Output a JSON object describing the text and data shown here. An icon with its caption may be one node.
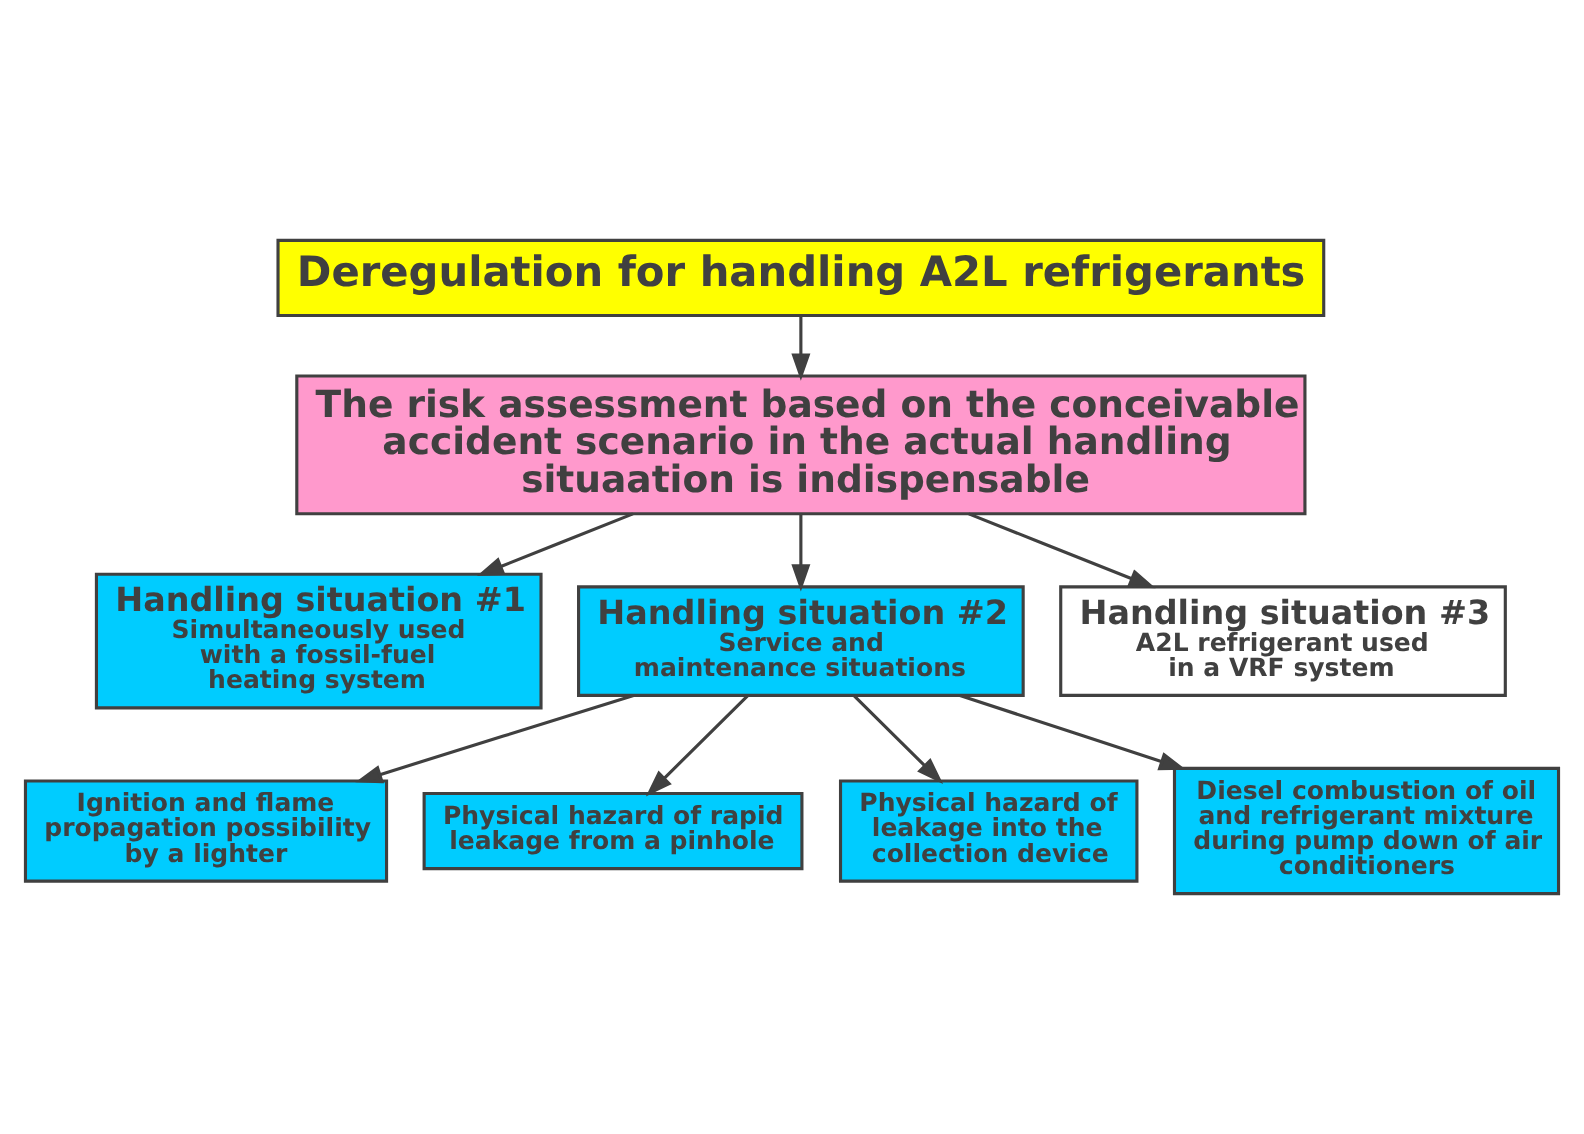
{
  "diagram": {
    "nodes": [
      {
        "text": [
          "Deregulation for handling A2L refrigerants"
        ]
      },
      {
        "text": [
          "The risk assessment based on the conceivable accident scenario in the actual handling situaation is indispensable"
        ]
      },
      {
        "text": [
          "Handling situation #1",
          "Simultaneously used with a fossil-fuel heating system"
        ]
      },
      {
        "text": [
          "Handling situation #2",
          "Service and maintenance situations"
        ]
      },
      {
        "text": [
          "Handling situation #3",
          "A2L refrigerant used in a VRF system"
        ]
      },
      {
        "text": [
          "Ignition and flame propagation possibility by a lighter"
        ]
      },
      {
        "text": [
          "Physical hazard of rapid leakage from a pinhole"
        ]
      },
      {
        "text": [
          "Physical hazard of leakage into the collection device"
        ]
      },
      {
        "text": [
          "Diesel combustion of oil and refrigerant mixture during pump down of air conditioners"
        ]
      }
    ],
    "edges": [
      {
        "from": 0,
        "to": 1,
        "arrow": "to"
      },
      {
        "from": 1,
        "to": 2,
        "arrow": "to"
      },
      {
        "from": 1,
        "to": 3,
        "arrow": "to"
      },
      {
        "from": 1,
        "to": 4,
        "arrow": "to"
      },
      {
        "from": 3,
        "to": 5,
        "arrow": "to"
      },
      {
        "from": 3,
        "to": 6,
        "arrow": "to"
      },
      {
        "from": 3,
        "to": 7,
        "arrow": "to"
      },
      {
        "from": 3,
        "to": 8,
        "arrow": "to"
      }
    ]
  }
}
